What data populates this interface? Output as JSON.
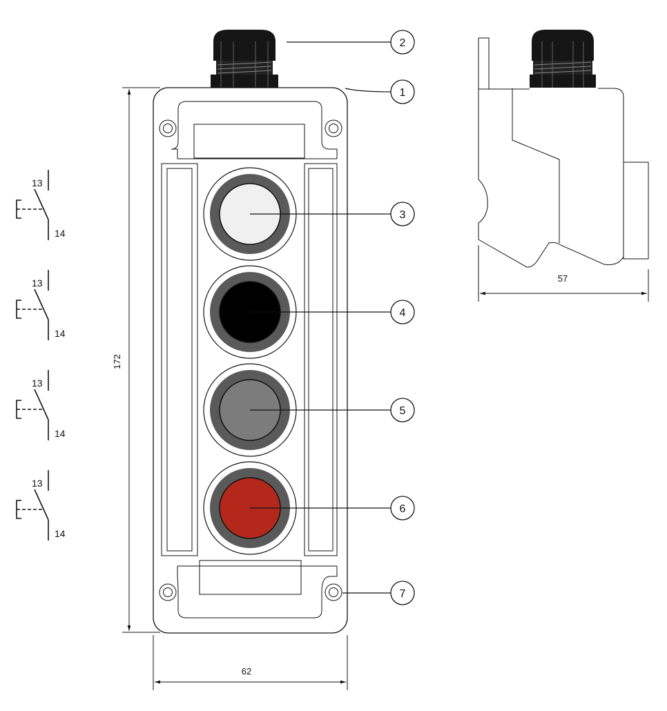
{
  "title": "Pendant control station, 4 pushbuttons – dimension drawing",
  "dimensions": {
    "height": "172",
    "width": "62",
    "depth": "57"
  },
  "callouts": [
    "1",
    "2",
    "3",
    "4",
    "5",
    "6",
    "7"
  ],
  "contacts": [
    {
      "top": "13",
      "bottom": "14"
    },
    {
      "top": "13",
      "bottom": "14"
    },
    {
      "top": "13",
      "bottom": "14"
    },
    {
      "top": "13",
      "bottom": "14"
    }
  ],
  "buttons": [
    {
      "color_name": "white",
      "color": "#f0f0f0"
    },
    {
      "color_name": "black",
      "color": "#000000"
    },
    {
      "color_name": "grey",
      "color": "#7c7c7c"
    },
    {
      "color_name": "red",
      "color": "#b3281b"
    }
  ],
  "colors": {
    "ring": "#5a5a5a",
    "gland": "#151515"
  }
}
